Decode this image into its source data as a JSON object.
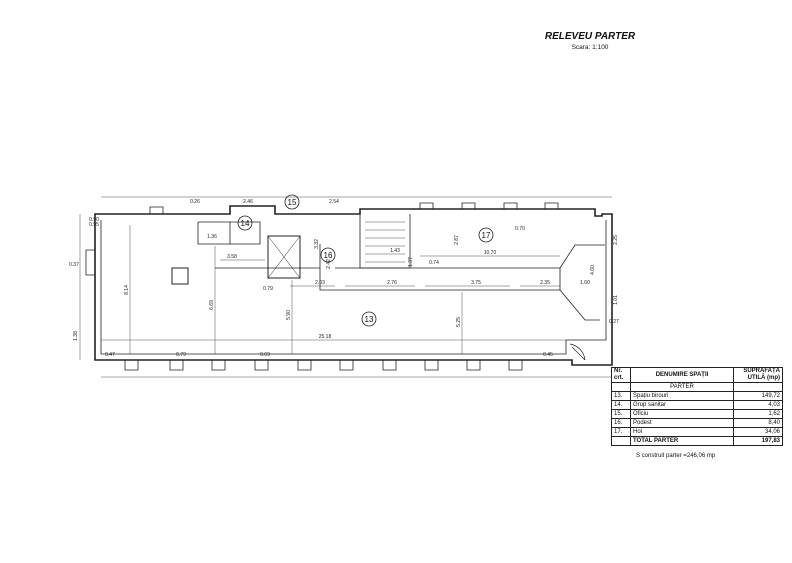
{
  "title": "RELEVEU PARTER",
  "scale": "Scara: 1:100",
  "rooms": {
    "r13": "13",
    "r14": "14",
    "r15": "15",
    "r16": "16",
    "r17": "17"
  },
  "dimensions": {
    "d2518": "25.18",
    "d814": "8.14",
    "d669": "6.69",
    "d590": "5.90",
    "d525": "5.25",
    "d1070": "10.70",
    "d358": "3.58",
    "d203": "2.03",
    "d276": "2.76",
    "d375": "3.75",
    "d235": "2.35",
    "d332": "3.32",
    "d143": "1.43",
    "d160": "1.60",
    "d246": "2.46",
    "d254": "2.54",
    "d095": "0.95",
    "d047": "0.47",
    "d079": "0.79",
    "d136": "1.36",
    "d037": "0.37",
    "d026": "0.26",
    "d090": "0.90",
    "d460": "4.60",
    "d287": "2.87",
    "d070": "0.70",
    "d074": "0.74",
    "d242": "2.42",
    "d079b": "0.79",
    "d137": "1.37",
    "d069": "0.69",
    "d027": "0.27",
    "d225": "2.25",
    "d101": "1.01",
    "d045": "0.45",
    "d138": "1.38"
  },
  "legend": {
    "headers": {
      "nr": "Nr. crt.",
      "name": "DENUMIRE SPAȚII",
      "area": "SUPRAFAȚA UTILĂ (mp)"
    },
    "section": "PARTER",
    "rows": [
      {
        "nr": "13.",
        "name": "Spațiu birouri",
        "area": "149,72"
      },
      {
        "nr": "14.",
        "name": "Grup sanitar",
        "area": "4,03"
      },
      {
        "nr": "15.",
        "name": "Oficiu",
        "area": "1,62"
      },
      {
        "nr": "16.",
        "name": "Podest",
        "area": "8,40"
      },
      {
        "nr": "17.",
        "name": "Hol",
        "area": "34,06"
      }
    ],
    "total_label": "TOTAL PARTER",
    "total_value": "197,83"
  },
  "built_area": "S construit parter =246,06 mp"
}
